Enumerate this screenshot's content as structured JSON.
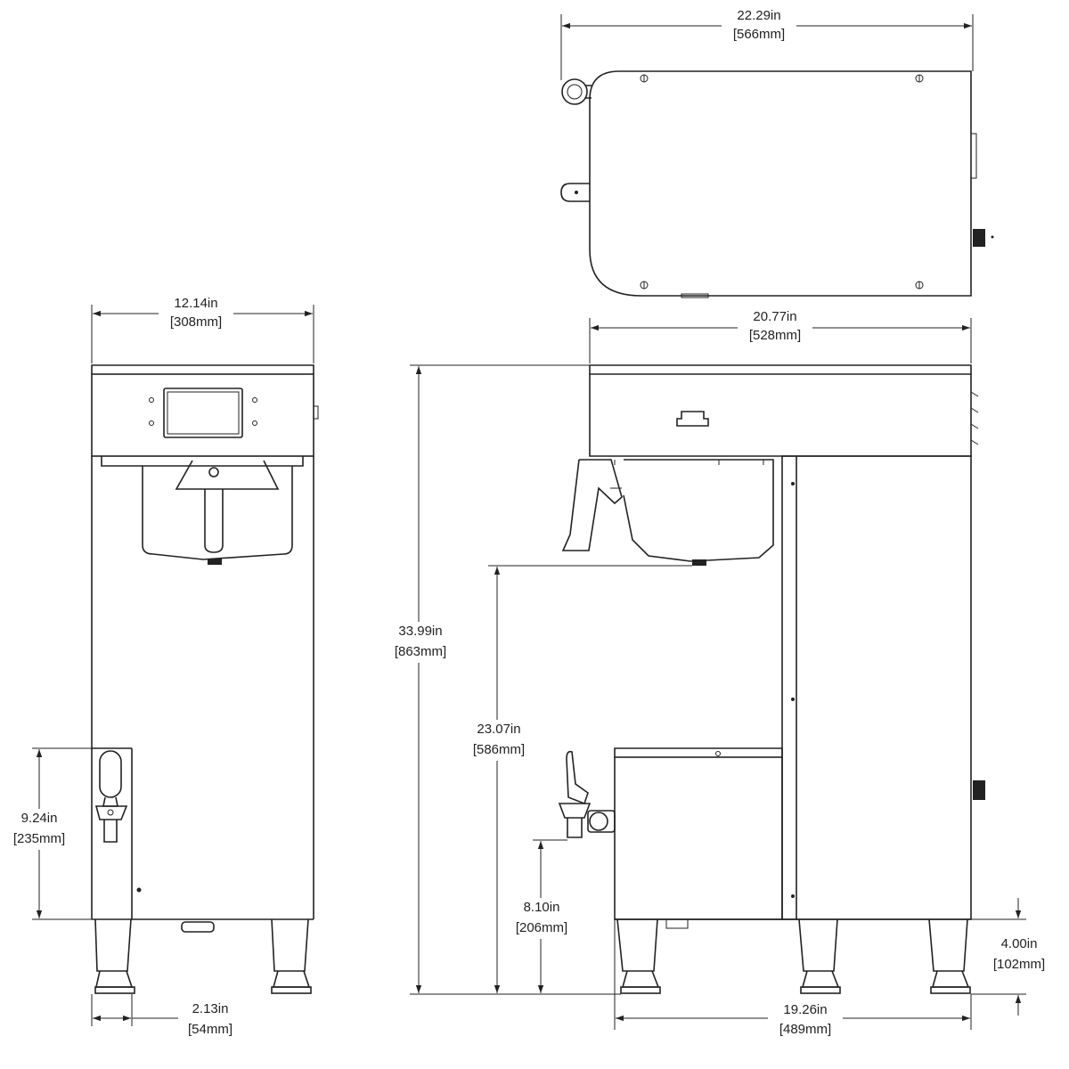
{
  "colors": {
    "line": "#222222",
    "background": "#ffffff"
  },
  "dimensions": {
    "top_width": {
      "inches": "22.29in",
      "mm": "[566mm]"
    },
    "front_width": {
      "inches": "12.14in",
      "mm": "[308mm]"
    },
    "side_depth": {
      "inches": "20.77in",
      "mm": "[528mm]"
    },
    "overall_height": {
      "inches": "33.99in",
      "mm": "[863mm]"
    },
    "funnel_clearance": {
      "inches": "23.07in",
      "mm": "[586mm]"
    },
    "faucet_height_front": {
      "inches": "9.24in",
      "mm": "[235mm]"
    },
    "faucet_clearance": {
      "inches": "8.10in",
      "mm": "[206mm]"
    },
    "leg_height": {
      "inches": "4.00in",
      "mm": "[102mm]"
    },
    "leg_offset": {
      "inches": "2.13in",
      "mm": "[54mm]"
    },
    "footprint_depth": {
      "inches": "19.26in",
      "mm": "[489mm]"
    }
  }
}
